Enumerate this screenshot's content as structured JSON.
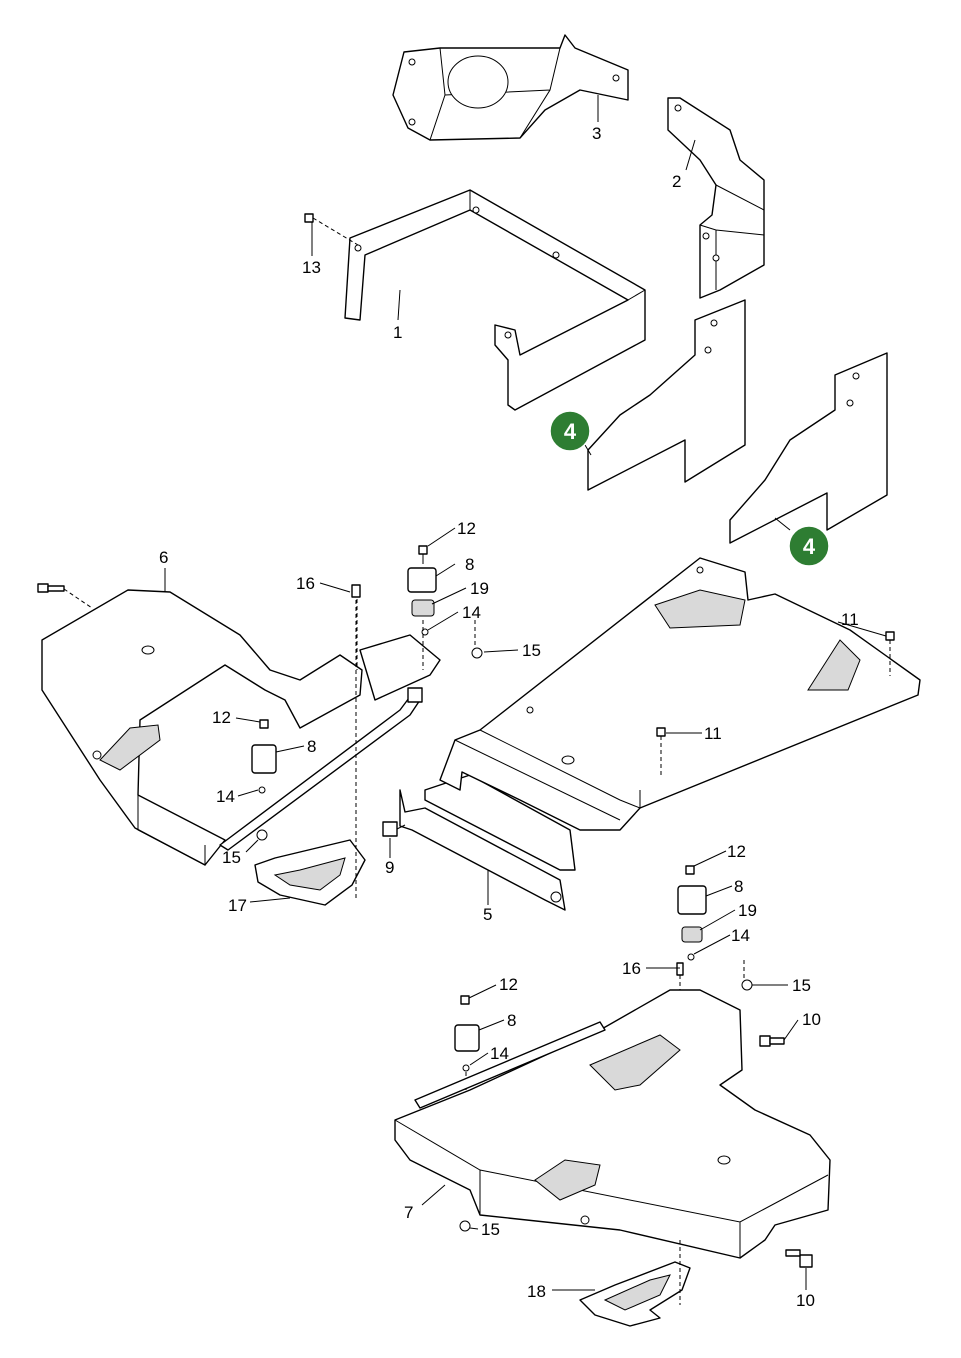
{
  "highlight_color": "#2e7d32",
  "callouts": {
    "c1": "1",
    "c2": "2",
    "c3": "3",
    "c5": "5",
    "c6": "6",
    "c7": "7",
    "c8a": "8",
    "c8b": "8",
    "c8c": "8",
    "c8d": "8",
    "c9": "9",
    "c10a": "10",
    "c10b": "10",
    "c11a": "11",
    "c11b": "11",
    "c12a": "12",
    "c12b": "12",
    "c12c": "12",
    "c12d": "12",
    "c13": "13",
    "c14a": "14",
    "c14b": "14",
    "c14c": "14",
    "c14d": "14",
    "c15a": "15",
    "c15b": "15",
    "c15c": "15",
    "c15d": "15",
    "c16a": "16",
    "c16b": "16",
    "c17": "17",
    "c18": "18",
    "c19a": "19",
    "c19b": "19"
  },
  "highlighted_parts": {
    "badge_a": "4",
    "badge_b": "4"
  }
}
